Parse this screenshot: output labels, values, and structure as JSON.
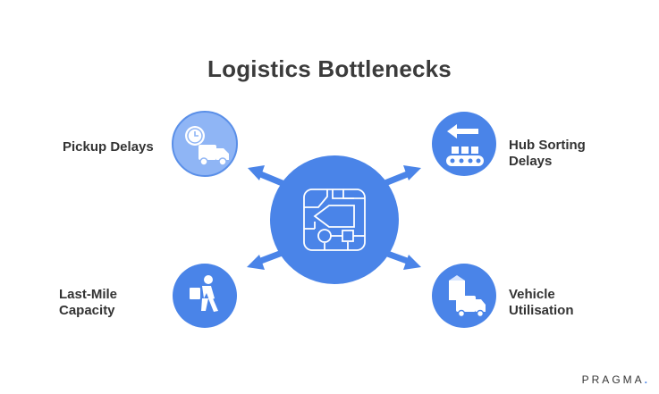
{
  "title": "Logistics Bottlenecks",
  "nodes": [
    {
      "lines": [
        "Pickup Delays"
      ],
      "icon": "clock-truck-icon"
    },
    {
      "lines": [
        "Hub Sorting",
        "Delays"
      ],
      "icon": "conveyor-sorting-icon"
    },
    {
      "lines": [
        "Last-Mile",
        "Capacity"
      ],
      "icon": "delivery-person-icon"
    },
    {
      "lines": [
        "Vehicle",
        "Utilisation"
      ],
      "icon": "package-van-icon"
    }
  ],
  "center_icon": "circuit-chip-icon",
  "brand": {
    "name": "PRAGMA",
    "dot": "."
  },
  "colors": {
    "primary": "#4a84e8",
    "light": "#8fb5f5",
    "dark": "#3f74d6",
    "text": "#333333"
  }
}
